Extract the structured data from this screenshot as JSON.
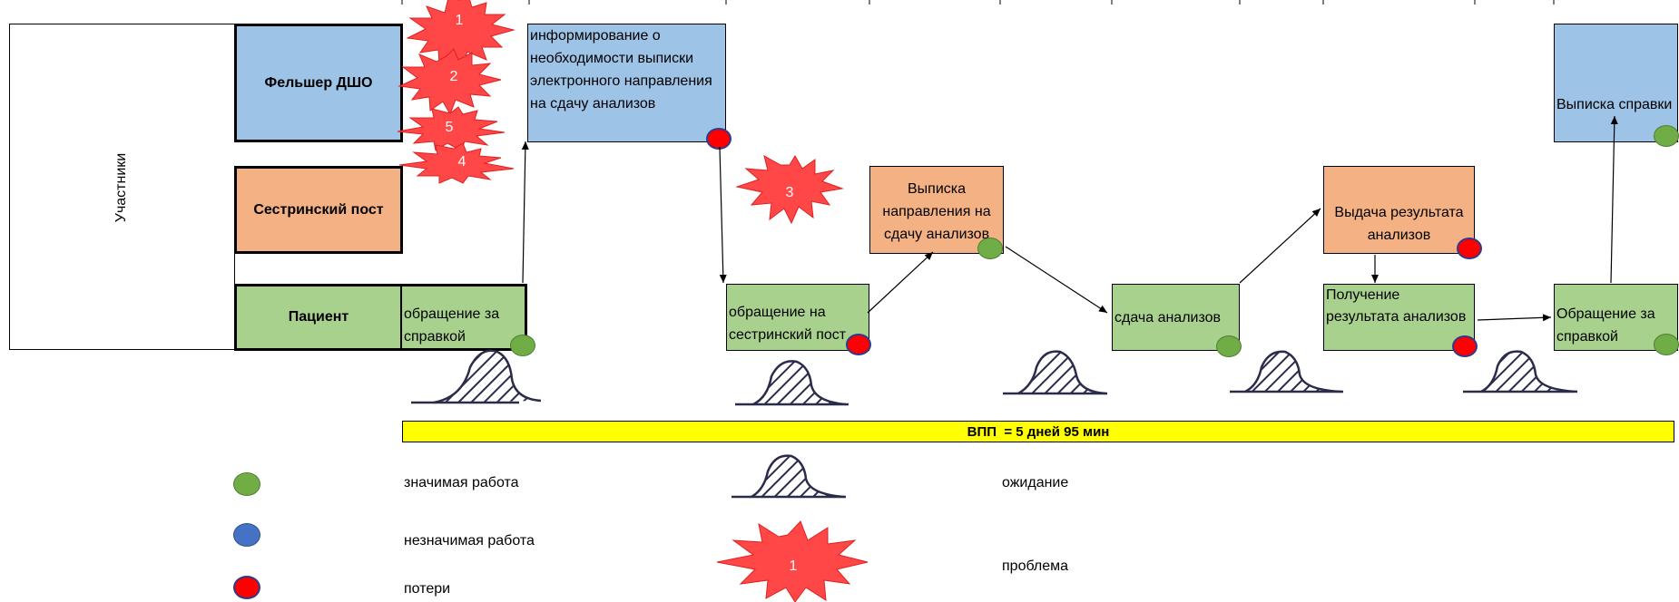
{
  "participants": {
    "header": "Участники",
    "lanes": [
      {
        "label": "Фельшер ДШО",
        "color": "#9dc3e6"
      },
      {
        "label": "Сестринский пост",
        "color": "#f4b183"
      },
      {
        "label": "Пациент",
        "color": "#a9d18e"
      }
    ]
  },
  "steps": {
    "s1": "обращение за справкой",
    "s2": "информирование о необходимости выписки электронного направления на сдачу анализов",
    "s3": "обращение на сестринский пост",
    "s4": "Выписка направления на сдачу анализов",
    "s5": "сдача анализов",
    "s6": "Выдача результата анализов",
    "s7": "Получение результата анализов",
    "s8": "Обращение за справкой",
    "s9": "Выписка справки"
  },
  "problems": [
    "1",
    "2",
    "3",
    "4",
    "5"
  ],
  "summary": {
    "label": "ВПП  = 5 дней 95 мин",
    "color": "#ffff00"
  },
  "legend": {
    "valuable": "значимая работа",
    "non_valuable": "незначимая работа",
    "waste": "потери",
    "waiting": "ожидание",
    "problem": "проблема",
    "problem_sample": "1"
  },
  "colors": {
    "value_dot": "#70ad47",
    "waste_dot": "#ff0000",
    "nonvalue_dot": "#4472c4"
  }
}
